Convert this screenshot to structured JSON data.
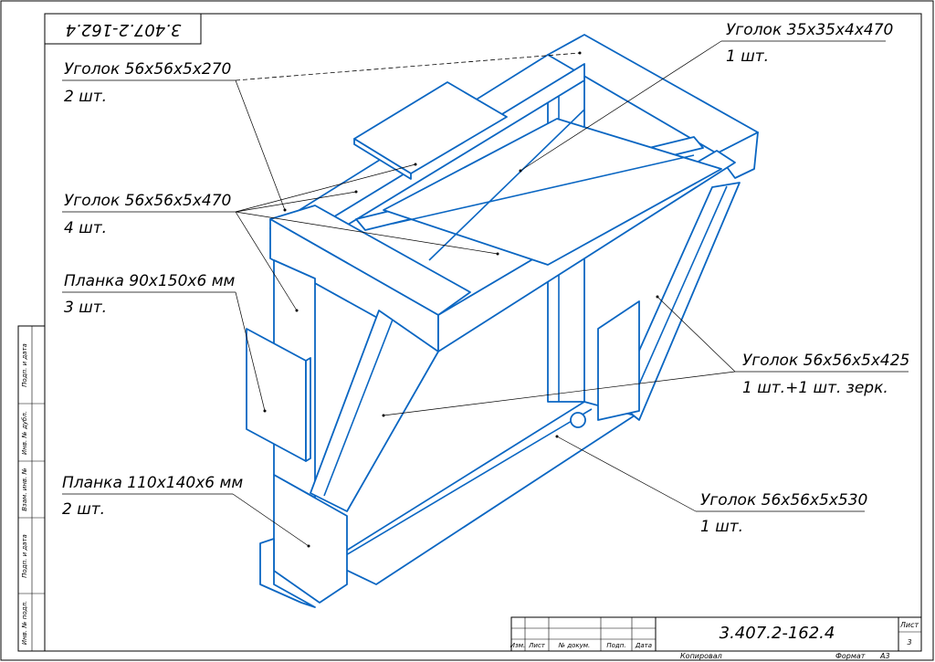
{
  "drawing": {
    "code_stamp_top": "3.407.2-162.4",
    "code_title_block": "3.407.2-162.4"
  },
  "callouts": [
    {
      "id": "angle-35",
      "name": "Уголок 35х35х4х470",
      "qty": "1 шт."
    },
    {
      "id": "angle-56-270",
      "name": "Уголок 56х56х5х270",
      "qty": "2 шт."
    },
    {
      "id": "angle-56-470",
      "name": "Уголок 56х56х5х470",
      "qty": "4 шт."
    },
    {
      "id": "plate-90",
      "name": "Планка 90х150х6 мм",
      "qty": "3 шт."
    },
    {
      "id": "angle-56-425",
      "name": "Уголок 56х56х5х425",
      "qty": "1 шт.+1 шт. зерк."
    },
    {
      "id": "plate-110",
      "name": "Планка 110х140х6 мм",
      "qty": "2 шт."
    },
    {
      "id": "angle-56-530",
      "name": "Уголок 56х56х5х530",
      "qty": "1 шт."
    }
  ],
  "side_stamp": [
    "Подп. и дата",
    "Инв. № дубл.",
    "Взам. инв. №",
    "Подп. и дата",
    "Инв. № подл."
  ],
  "title_block": {
    "columns": [
      "Изм.",
      "Лист",
      "№ докум.",
      "Подп.",
      "Дата"
    ],
    "sheet_label": "Лист",
    "sheet_number": "3",
    "copied": "Копировал",
    "format": "Формат",
    "format_value": "А3"
  }
}
